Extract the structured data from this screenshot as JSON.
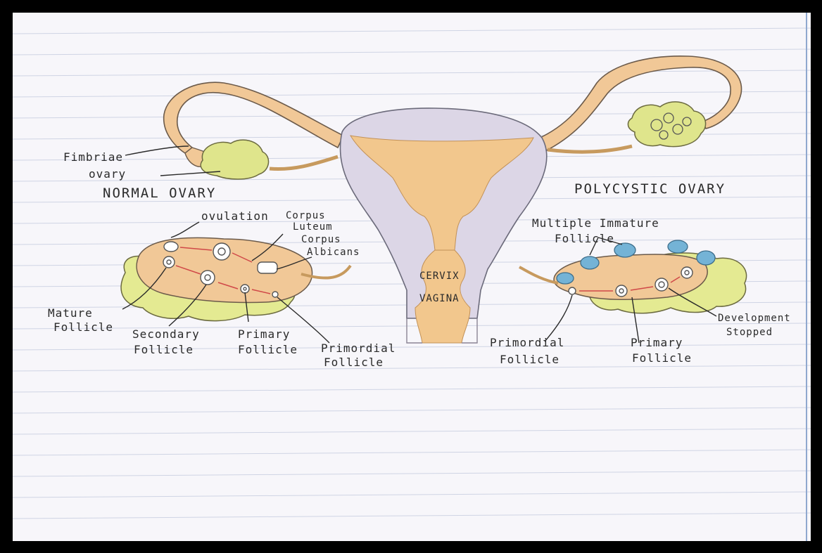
{
  "labels": {
    "fimbriae": "Fimbriae",
    "ovary": "ovary",
    "normal_ovary": "NORMAL OVARY",
    "polycystic_ovary": "POLYCYSTIC OVARY",
    "ovulation": "ovulation",
    "corpus_luteum_1": "Corpus",
    "corpus_luteum_2": "Luteum",
    "corpus_albicans_1": "Corpus",
    "corpus_albicans_2": "Albicans",
    "cervix": "CERVIX",
    "vagina": "VAGINA",
    "mature_follicle_1": "Mature",
    "mature_follicle_2": "Follicle",
    "secondary_follicle_1": "Secondary",
    "secondary_follicle_2": "Follicle",
    "primary_follicle_left_1": "Primary",
    "primary_follicle_left_2": "Follicle",
    "primordial_follicle_left_1": "Primordial",
    "primordial_follicle_left_2": "Follicle",
    "multiple_immature_1": "Multiple Immature",
    "multiple_immature_2": "Follicle",
    "primordial_follicle_right_1": "Primordial",
    "primordial_follicle_right_2": "Follicle",
    "primary_follicle_right_1": "Primary",
    "primary_follicle_right_2": "Follicle",
    "development_stopped_1": "Development",
    "development_stopped_2": "Stopped"
  },
  "colors": {
    "paper": "#f7f6fa",
    "ruled_line": "#cfd4e4",
    "uterus_fill": "#dcd6e6",
    "tube_fill": "#f1c897",
    "ovary_fill": "#dfe58c",
    "cyst_fill": "#74b3d6",
    "ink": "#2a2a2a",
    "arrow_red": "#d04848"
  },
  "icons": {
    "follicle": "concentric-circle",
    "arrow": "hand-drawn-arrow"
  }
}
